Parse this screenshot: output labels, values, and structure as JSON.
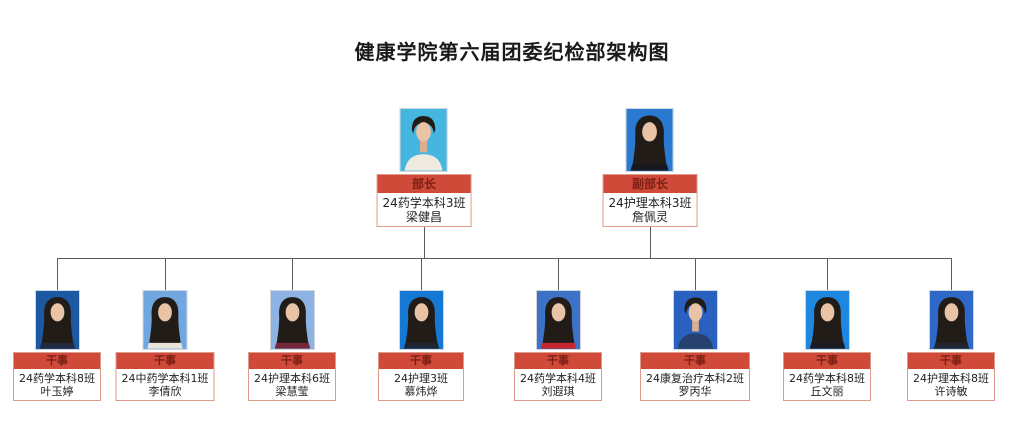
{
  "title": "健康学院第六届团委纪检部架构图",
  "colors": {
    "header_bg": "#d04a3a",
    "header_text": "#7c2015",
    "card_border": "#e09a8c",
    "connector_line": "#5a5a5a"
  },
  "leaders": [
    {
      "role": "部长",
      "class": "24药学本科3班",
      "name": "梁健昌",
      "photo": {
        "bg": "#45b6e0",
        "clothing": "#eeeadf",
        "figure": "male"
      }
    },
    {
      "role": "副部长",
      "class": "24护理本科3班",
      "name": "詹佩灵",
      "photo": {
        "bg": "#2b7ad2",
        "clothing": "#17181f",
        "figure": "female"
      }
    }
  ],
  "members": [
    {
      "role": "干事",
      "class": "24药学本科8班",
      "name": "叶玉婷",
      "photo": {
        "bg": "#1d59a3",
        "clothing": "#232a3d",
        "figure": "female"
      }
    },
    {
      "role": "干事",
      "class": "24中药学本科1班",
      "name": "李倩欣",
      "photo": {
        "bg": "#70a7e0",
        "clothing": "#e9e4d8",
        "figure": "female"
      }
    },
    {
      "role": "干事",
      "class": "24护理本科6班",
      "name": "梁慧莹",
      "photo": {
        "bg": "#8db3e4",
        "clothing": "#74293a",
        "figure": "female"
      }
    },
    {
      "role": "干事",
      "class": "24护理3班",
      "name": "慕炜烨",
      "photo": {
        "bg": "#1478d4",
        "clothing": "#1d2531",
        "figure": "female"
      }
    },
    {
      "role": "干事",
      "class": "24药学本科4班",
      "name": "刘遐琪",
      "photo": {
        "bg": "#3d72c6",
        "clothing": "#c5272e",
        "figure": "female"
      }
    },
    {
      "role": "干事",
      "class": "24康复治疗本科2班",
      "name": "罗丙华",
      "photo": {
        "bg": "#2a60c0",
        "clothing": "#27406e",
        "figure": "male"
      }
    },
    {
      "role": "干事",
      "class": "24药学本科8班",
      "name": "丘文丽",
      "photo": {
        "bg": "#1e88e0",
        "clothing": "#1a1a20",
        "figure": "female"
      }
    },
    {
      "role": "干事",
      "class": "24护理本科8班",
      "name": "许诗敏",
      "photo": {
        "bg": "#2e68c8",
        "clothing": "#21252f",
        "figure": "female"
      }
    }
  ]
}
